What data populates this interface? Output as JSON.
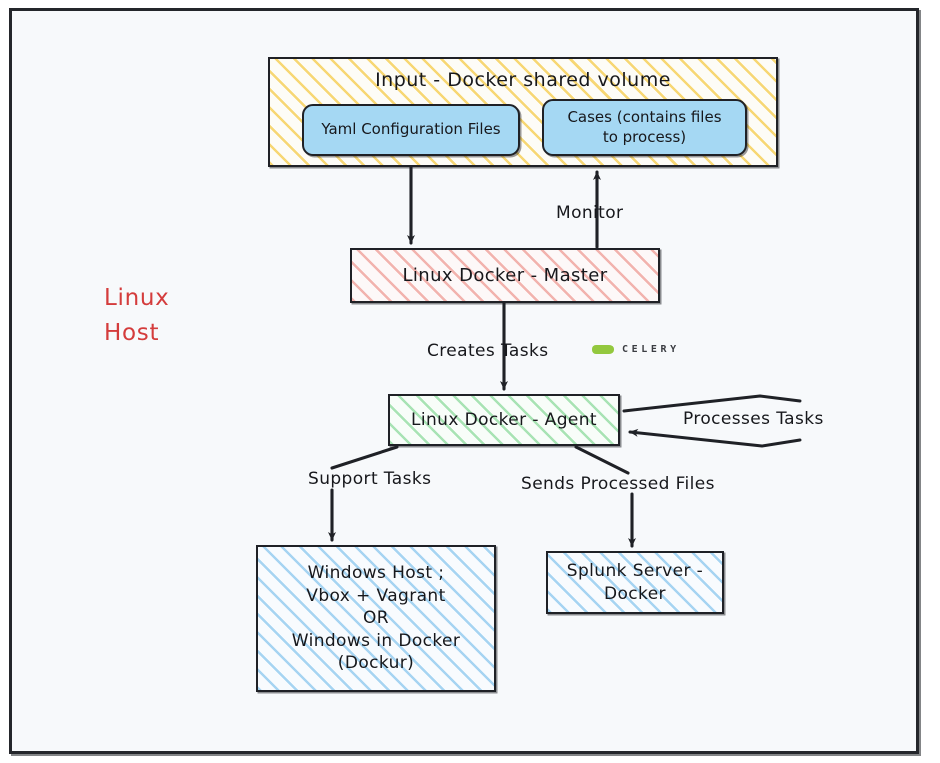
{
  "diagram": {
    "host_label": "Linux\nHost",
    "host_label_color": "#d43c3c",
    "background_color": "#f7f9fb",
    "border_color": "#1f2126",
    "input_container": {
      "title": "Input - Docker shared volume",
      "fill": "hatch-yellow",
      "hatch_color": "#f7d774",
      "children": [
        {
          "id": "yaml",
          "label": "Yaml Configuration Files",
          "fill": "#a5d8f3",
          "shape": "rounded-rect"
        },
        {
          "id": "cases",
          "label": "Cases (contains files\nto process)",
          "fill": "#a5d8f3",
          "shape": "rounded-rect"
        }
      ]
    },
    "nodes": [
      {
        "id": "master",
        "label": "Linux Docker - Master",
        "fill": "hatch-red",
        "hatch_color": "#f2b3ae"
      },
      {
        "id": "agent",
        "label": "Linux Docker - Agent",
        "fill": "hatch-green",
        "hatch_color": "#a8e3b4"
      },
      {
        "id": "windows",
        "label": "Windows Host ;\nVbox + Vagrant\nOR\nWindows in Docker\n(Dockur)",
        "fill": "hatch-blue",
        "hatch_color": "#a6d4f2"
      },
      {
        "id": "splunk",
        "label": "Splunk Server -\nDocker",
        "fill": "hatch-blue",
        "hatch_color": "#a6d4f2"
      }
    ],
    "edges": [
      {
        "id": "yaml-to-master",
        "label": ""
      },
      {
        "id": "master-to-cases",
        "label": "Monitor"
      },
      {
        "id": "master-to-agent",
        "label": "Creates Tasks"
      },
      {
        "id": "agent-self",
        "label": "Processes Tasks"
      },
      {
        "id": "agent-to-windows",
        "label": "Support Tasks"
      },
      {
        "id": "agent-to-splunk",
        "label": "Sends Processed Files"
      }
    ],
    "celery_badge": {
      "wordmark": "CELERY",
      "mark_color": "#93c83e",
      "text_color": "#3b3d42"
    }
  }
}
